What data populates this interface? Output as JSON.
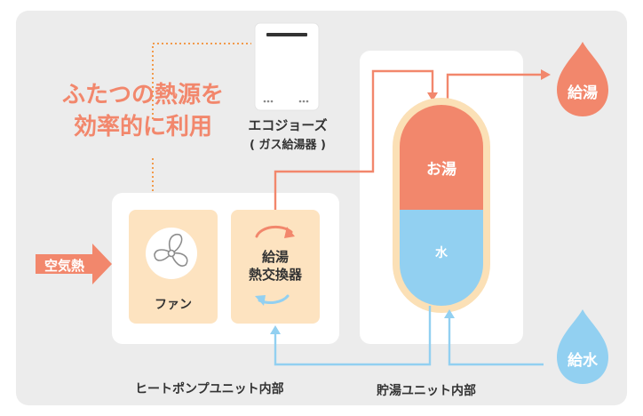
{
  "headline": {
    "line1": "ふたつの熱源を",
    "line2": "効率的に利用"
  },
  "eco": {
    "name": "エコジョーズ",
    "sub": "( ガス給湯器 )"
  },
  "heat_pump": {
    "air_heat": "空気熱",
    "fan_label": "ファン",
    "exchanger_line1": "給湯",
    "exchanger_line2": "熱交換器",
    "caption": "ヒートポンプユニット内部"
  },
  "storage": {
    "hot_label": "お湯",
    "water_label": "水",
    "caption": "貯湯ユニット内部"
  },
  "outputs": {
    "hot_supply": "給湯",
    "water_supply": "給水"
  },
  "colors": {
    "accent_orange": "#f2876c",
    "hot": "#f2876c",
    "cold": "#92d0f1",
    "peach": "#fde3c0",
    "tank_border": "#fbe0b6",
    "panel_bg": "#ececec"
  }
}
